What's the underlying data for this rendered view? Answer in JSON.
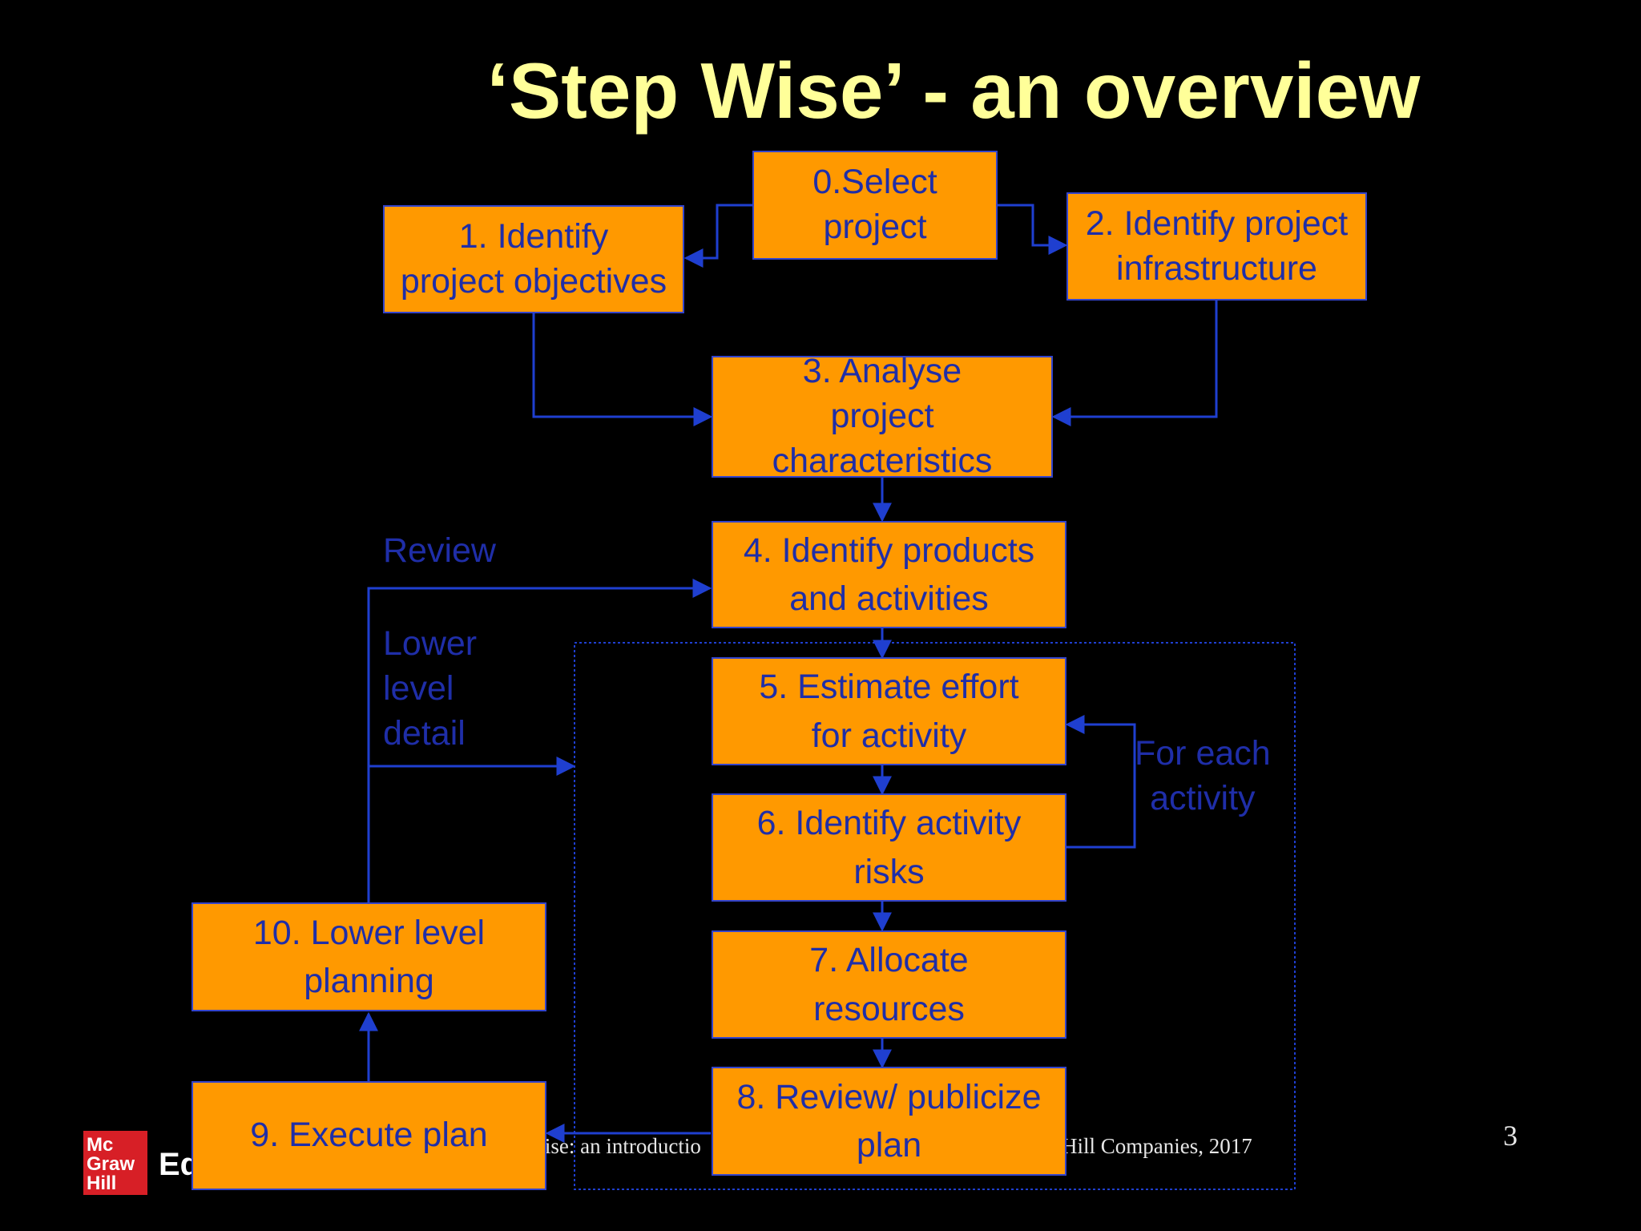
{
  "title": "‘Step Wise’ - an overview",
  "boxes": {
    "b0": "0.Select\nproject",
    "b1": "1. Identify\nproject objectives",
    "b2": "2. Identify project\ninfrastructure",
    "b3": "3. Analyse\nproject\ncharacteristics",
    "b4": "4. Identify products\nand activities",
    "b5": "5. Estimate effort\nfor activity",
    "b6": "6. Identify activity\nrisks",
    "b7": "7. Allocate\nresources",
    "b8": "8. Review/ publicize\nplan",
    "b9": "9. Execute plan",
    "b10": "10. Lower level\nplanning"
  },
  "labels": {
    "review": "Review",
    "lower_level_detail": "Lower\nlevel\ndetail",
    "for_each_activity": "For each\nactivity"
  },
  "footer": {
    "left_fragment": "Vise: an introductio",
    "right_fragment": "Hill Companies, 2017"
  },
  "page_number": "3",
  "logo": {
    "text": "Mc\nGraw\nHill",
    "suffix": "Ed"
  },
  "colors": {
    "background": "#000000",
    "title": "#ffff99",
    "box_fill": "#ff9900",
    "line": "#1f3fd0",
    "text_blue": "#1f2ea8"
  }
}
